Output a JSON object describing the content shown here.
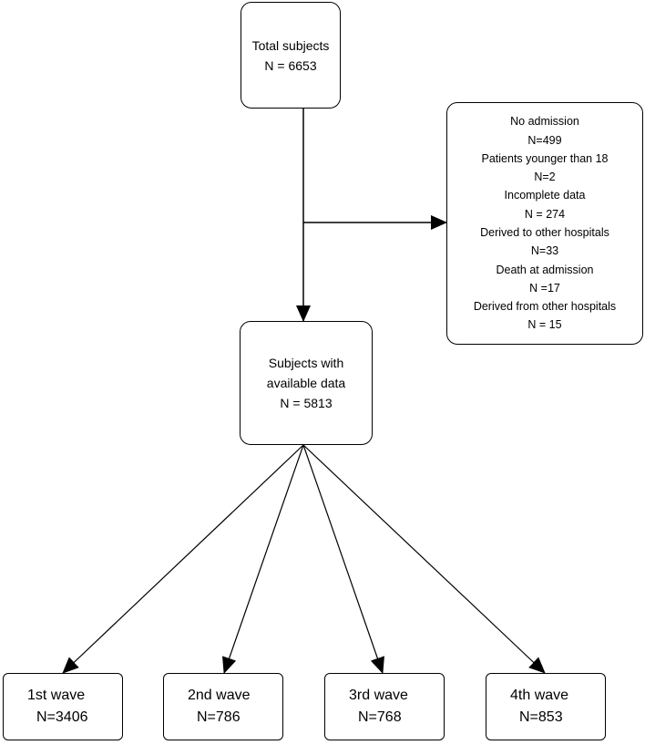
{
  "total": {
    "title": "Total subjects",
    "count": "N = 6653"
  },
  "available": {
    "line1": "Subjects with",
    "line2": "available data",
    "count": "N = 5813"
  },
  "exclusions": [
    {
      "reason": "No admission",
      "count": "N=499"
    },
    {
      "reason": "Patients younger than 18",
      "count": "N=2"
    },
    {
      "reason": "Incomplete data",
      "count": "N = 274"
    },
    {
      "reason": "Derived to other hospitals",
      "count": "N=33"
    },
    {
      "reason": "Death at admission",
      "count": "N =17"
    },
    {
      "reason": "Derived from other hospitals",
      "count": "N = 15"
    }
  ],
  "waves": [
    {
      "label": "1st wave",
      "count": "N=3406"
    },
    {
      "label": "2nd wave",
      "count": "N=786"
    },
    {
      "label": "3rd wave",
      "count": "N=768"
    },
    {
      "label": "4th wave",
      "count": "N=853"
    }
  ],
  "colors": {
    "line": "#000000",
    "box_border": "#000000",
    "background": "#ffffff"
  }
}
